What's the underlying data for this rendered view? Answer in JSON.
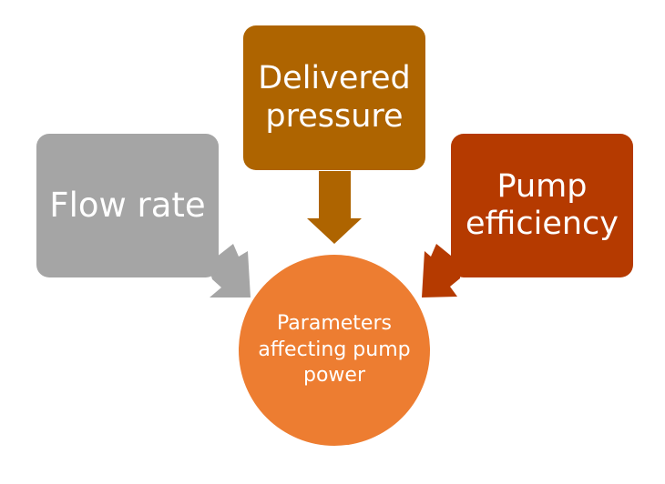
{
  "diagram": {
    "center": {
      "label": "Parameters affecting pump power",
      "color": "#ED7D31"
    },
    "inputs": [
      {
        "label": "Flow rate",
        "color": "#A5A5A5",
        "arrow": "arrow-right-down"
      },
      {
        "label": "Delivered pressure",
        "color": "#AE6400",
        "arrow": "arrow-down"
      },
      {
        "label": "Pump efficiency",
        "color": "#B53A00",
        "arrow": "arrow-left-down"
      }
    ]
  }
}
